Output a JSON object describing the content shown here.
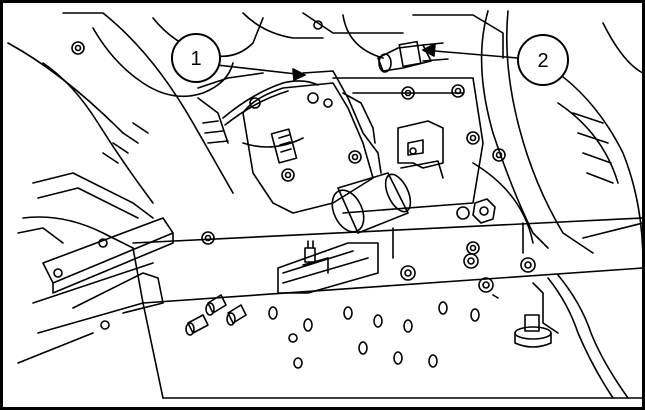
{
  "figure": {
    "description_visible": false,
    "callouts": [
      {
        "id": "1",
        "label": "1"
      },
      {
        "id": "2",
        "label": "2"
      }
    ]
  },
  "colors": {
    "line": "#000000",
    "background": "#ffffff"
  }
}
